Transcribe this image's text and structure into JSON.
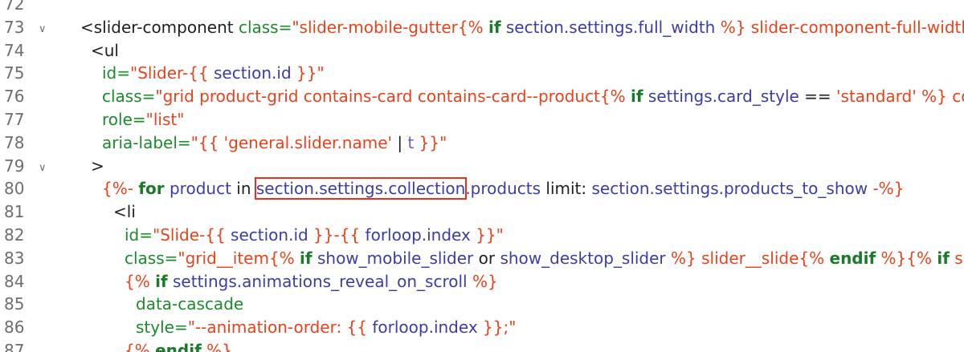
{
  "editor": {
    "highlight_color": "#e53121",
    "lines": [
      {
        "n": "72",
        "fold": false,
        "indent": 100,
        "segments": []
      },
      {
        "n": "73",
        "fold": true,
        "indent": 100,
        "segments": [
          {
            "c": "t",
            "t": "<slider-component "
          },
          {
            "c": "a",
            "t": "class="
          },
          {
            "c": "s",
            "t": "\"slider-mobile-gutter{% "
          },
          {
            "c": "k",
            "t": "if"
          },
          {
            "c": "v",
            "t": " section.settings.full_width"
          },
          {
            "c": "s",
            "t": " %} slider-component-full-width{%"
          }
        ]
      },
      {
        "n": "74",
        "fold": false,
        "indent": 113,
        "segments": [
          {
            "c": "t",
            "t": "<ul"
          }
        ]
      },
      {
        "n": "75",
        "fold": false,
        "indent": 127,
        "segments": [
          {
            "c": "a",
            "t": "id="
          },
          {
            "c": "s",
            "t": "\"Slider-{{"
          },
          {
            "c": "v",
            "t": " section.id"
          },
          {
            "c": "s",
            "t": " }}\""
          }
        ]
      },
      {
        "n": "76",
        "fold": false,
        "indent": 127,
        "segments": [
          {
            "c": "a",
            "t": "class="
          },
          {
            "c": "s",
            "t": "\"grid product-grid contains-card contains-card--product{% "
          },
          {
            "c": "k",
            "t": "if"
          },
          {
            "c": "v",
            "t": " settings.card_style"
          },
          {
            "c": "t",
            "t": " == "
          },
          {
            "c": "s",
            "t": "'standard' %} co"
          }
        ]
      },
      {
        "n": "77",
        "fold": false,
        "indent": 127,
        "segments": [
          {
            "c": "a",
            "t": "role="
          },
          {
            "c": "s",
            "t": "\"list\""
          }
        ]
      },
      {
        "n": "78",
        "fold": false,
        "indent": 127,
        "segments": [
          {
            "c": "a",
            "t": "aria-label="
          },
          {
            "c": "s",
            "t": "\"{{ 'general.slider.name' "
          },
          {
            "c": "t",
            "t": "| "
          },
          {
            "c": "f",
            "t": "t"
          },
          {
            "c": "s",
            "t": " }}\""
          }
        ]
      },
      {
        "n": "79",
        "fold": true,
        "indent": 113,
        "segments": [
          {
            "c": "t",
            "t": ">"
          }
        ]
      },
      {
        "n": "80",
        "fold": false,
        "indent": 127,
        "segments": [
          {
            "c": "s",
            "t": "{%- "
          },
          {
            "c": "k",
            "t": "for"
          },
          {
            "c": "v",
            "t": " product "
          },
          {
            "c": "t",
            "t": "in "
          },
          {
            "c": "v",
            "t": "section.settings.collection",
            "hl": true
          },
          {
            "c": "v",
            "t": ".products "
          },
          {
            "c": "t",
            "t": "limit: "
          },
          {
            "c": "v",
            "t": "section.settings.products_to_show"
          },
          {
            "c": "s",
            "t": " -%}"
          }
        ]
      },
      {
        "n": "81",
        "fold": false,
        "indent": 141,
        "segments": [
          {
            "c": "t",
            "t": "<li"
          }
        ]
      },
      {
        "n": "82",
        "fold": false,
        "indent": 155,
        "segments": [
          {
            "c": "a",
            "t": "id="
          },
          {
            "c": "s",
            "t": "\"Slide-{{"
          },
          {
            "c": "v",
            "t": " section.id"
          },
          {
            "c": "s",
            "t": " }}-{{"
          },
          {
            "c": "v",
            "t": " forloop.index"
          },
          {
            "c": "s",
            "t": " }}\""
          }
        ]
      },
      {
        "n": "83",
        "fold": false,
        "indent": 155,
        "segments": [
          {
            "c": "a",
            "t": "class="
          },
          {
            "c": "s",
            "t": "\"grid__item{% "
          },
          {
            "c": "k",
            "t": "if"
          },
          {
            "c": "v",
            "t": " show_mobile_slider "
          },
          {
            "c": "t",
            "t": "or "
          },
          {
            "c": "v",
            "t": "show_desktop_slider"
          },
          {
            "c": "s",
            "t": " %} slider__slide{% "
          },
          {
            "c": "k",
            "t": "endif"
          },
          {
            "c": "s",
            "t": " %}{% "
          },
          {
            "c": "k",
            "t": "if"
          },
          {
            "c": "s",
            "t": " setti"
          }
        ]
      },
      {
        "n": "84",
        "fold": false,
        "indent": 155,
        "segments": [
          {
            "c": "s",
            "t": "{% "
          },
          {
            "c": "k",
            "t": "if"
          },
          {
            "c": "v",
            "t": " settings.animations_reveal_on_scroll"
          },
          {
            "c": "s",
            "t": " %}"
          }
        ]
      },
      {
        "n": "85",
        "fold": false,
        "indent": 169,
        "segments": [
          {
            "c": "a",
            "t": "data-cascade"
          }
        ]
      },
      {
        "n": "86",
        "fold": false,
        "indent": 169,
        "segments": [
          {
            "c": "a",
            "t": "style="
          },
          {
            "c": "s",
            "t": "\"--animation-order: {{"
          },
          {
            "c": "v",
            "t": " forloop.index"
          },
          {
            "c": "s",
            "t": " }};\""
          }
        ]
      },
      {
        "n": "87",
        "fold": false,
        "indent": 155,
        "segments": [
          {
            "c": "s",
            "t": "{% "
          },
          {
            "c": "k",
            "t": "endif"
          },
          {
            "c": "s",
            "t": " %}"
          }
        ]
      }
    ]
  }
}
